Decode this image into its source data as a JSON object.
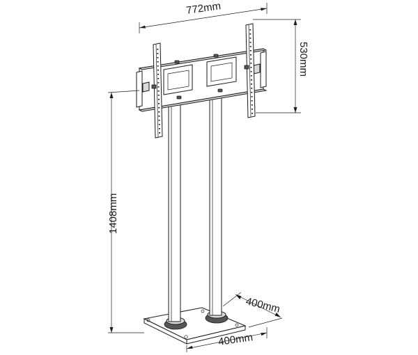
{
  "dimensions": {
    "width_label": "772mm",
    "height_label": "530mm",
    "pole_height_label": "1408mm",
    "base_depth_label": "400mm",
    "base_width_label": "400mm"
  }
}
